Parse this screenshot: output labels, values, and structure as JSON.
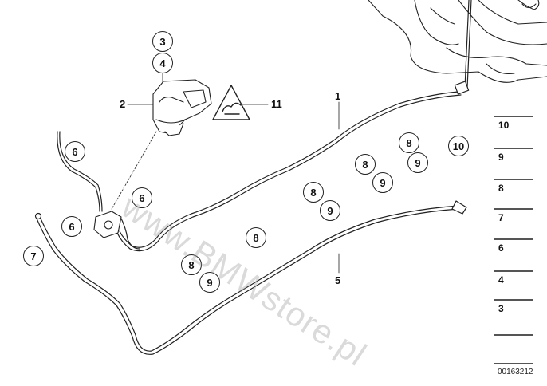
{
  "diagram": {
    "watermark": "www.BMWstore.pl",
    "part_number": "00163212",
    "callouts": {
      "c3": "3",
      "c4": "4",
      "c2": "2",
      "c11": "11",
      "c1": "1",
      "c5": "5",
      "c6a": "6",
      "c6b": "6",
      "c6c": "6",
      "c7": "7",
      "c8a": "8",
      "c8b": "8",
      "c8c": "8",
      "c8d": "8",
      "c8e": "8",
      "c9a": "9",
      "c9b": "9",
      "c9c": "9",
      "c9d": "9",
      "c10": "10"
    },
    "legend": [
      "10",
      "9",
      "8",
      "7",
      "6",
      "4",
      "3"
    ]
  }
}
